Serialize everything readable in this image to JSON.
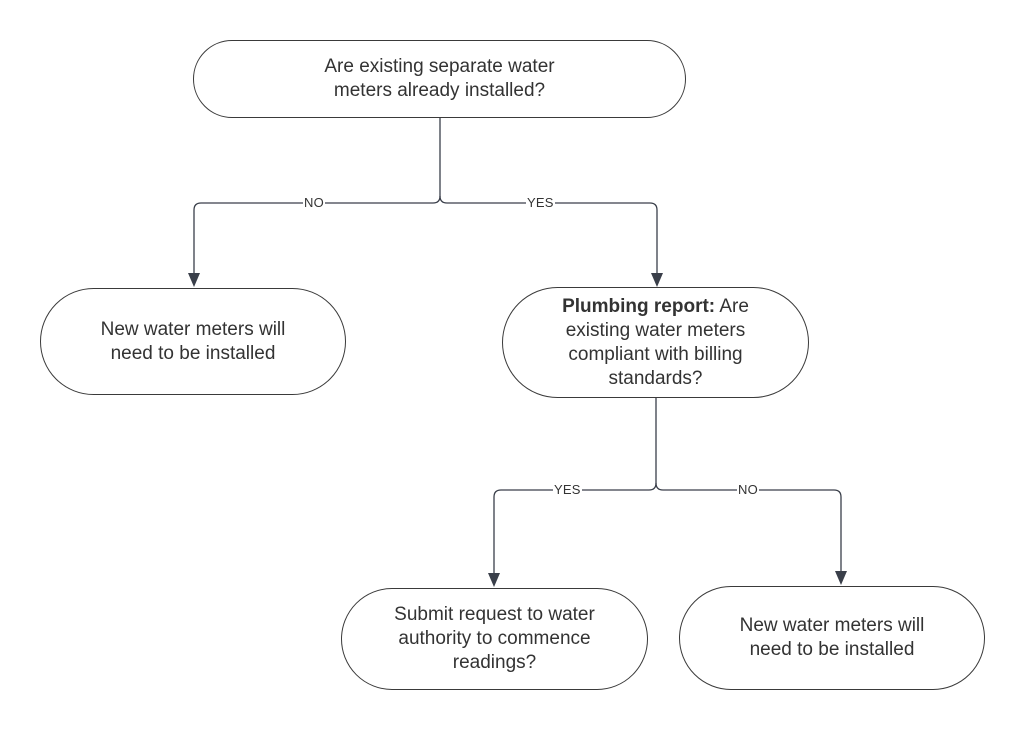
{
  "nodes": {
    "q1": {
      "text": "Are existing separate water meters already installed?"
    },
    "no_install": {
      "text": "New water meters will need to be installed"
    },
    "plumbing": {
      "bold": "Plumbing report:",
      "text": "Are existing water meters compliant with billing standards?"
    },
    "submit": {
      "text": "Submit request to water authority to commence readings?"
    },
    "no_install_2": {
      "text": "New water meters will need to be installed"
    }
  },
  "edges": {
    "q1_no": "NO",
    "q1_yes": "YES",
    "plumbing_yes": "YES",
    "plumbing_no": "NO"
  },
  "colors": {
    "line": "#3a3f4a",
    "node_border": "#3a3a3a",
    "text": "#333333",
    "background": "#ffffff"
  }
}
